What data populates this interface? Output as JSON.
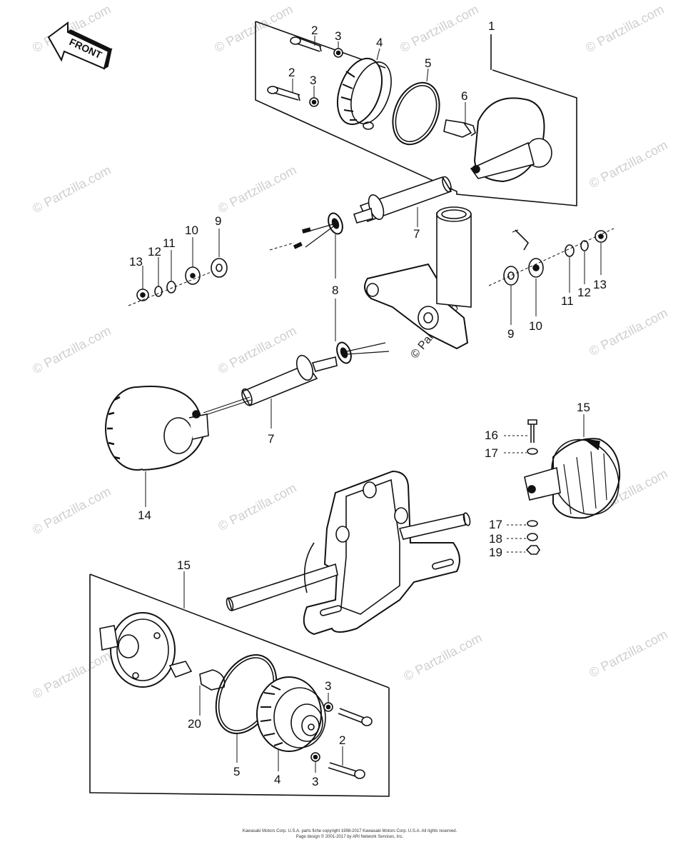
{
  "diagram": {
    "front_label": "FRONT",
    "watermark": "© Partzilla.com",
    "callouts": [
      {
        "id": "c1",
        "text": "1"
      },
      {
        "id": "c2a",
        "text": "2"
      },
      {
        "id": "c3a",
        "text": "3"
      },
      {
        "id": "c4a",
        "text": "4"
      },
      {
        "id": "c2b",
        "text": "2"
      },
      {
        "id": "c3b",
        "text": "3"
      },
      {
        "id": "c5a",
        "text": "5"
      },
      {
        "id": "c6",
        "text": "6"
      },
      {
        "id": "c7a",
        "text": "7"
      },
      {
        "id": "c9a",
        "text": "9"
      },
      {
        "id": "c10a",
        "text": "10"
      },
      {
        "id": "c11a",
        "text": "11"
      },
      {
        "id": "c12a",
        "text": "12"
      },
      {
        "id": "c13a",
        "text": "13"
      },
      {
        "id": "c8",
        "text": "8"
      },
      {
        "id": "c11b",
        "text": "11"
      },
      {
        "id": "c12b",
        "text": "12"
      },
      {
        "id": "c13b",
        "text": "13"
      },
      {
        "id": "c9b",
        "text": "9"
      },
      {
        "id": "c10b",
        "text": "10"
      },
      {
        "id": "c7b",
        "text": "7"
      },
      {
        "id": "c14",
        "text": "14"
      },
      {
        "id": "c15a",
        "text": "15"
      },
      {
        "id": "c16",
        "text": "16"
      },
      {
        "id": "c17a",
        "text": "17"
      },
      {
        "id": "c17b",
        "text": "17"
      },
      {
        "id": "c18",
        "text": "18"
      },
      {
        "id": "c19",
        "text": "19"
      },
      {
        "id": "c15b",
        "text": "15"
      },
      {
        "id": "c3c",
        "text": "3"
      },
      {
        "id": "c20",
        "text": "20"
      },
      {
        "id": "c2c",
        "text": "2"
      },
      {
        "id": "c5b",
        "text": "5"
      },
      {
        "id": "c4b",
        "text": "4"
      },
      {
        "id": "c3d",
        "text": "3"
      }
    ],
    "copyright_line1": "Kawasaki Motors Corp. U.S.A. parts fiche copyright 1998-2017 Kawasaki Motors Corp. U.S.A. All rights reserved.",
    "copyright_line2": "Page design © 2001-2017 by ARI Network Services, Inc."
  }
}
